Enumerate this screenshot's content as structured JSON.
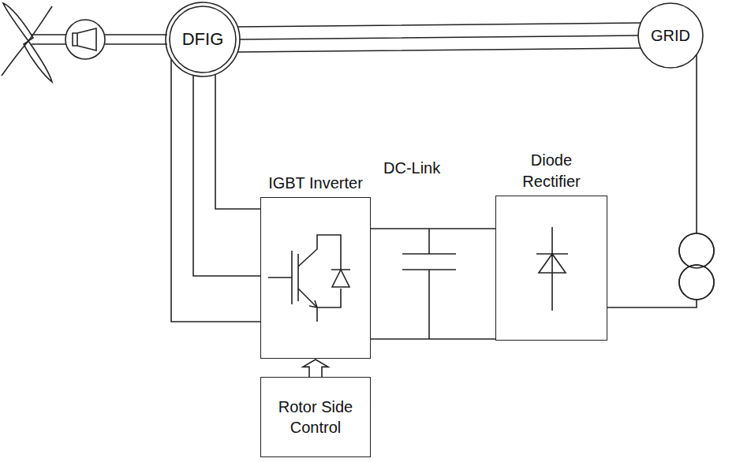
{
  "diagram": {
    "nodes": [
      {
        "text": [
          "DFIG"
        ]
      },
      {
        "text": [
          "GRID"
        ]
      },
      {
        "text": [
          "IGBT Inverter"
        ]
      },
      {
        "text": [
          "Diode Rectifier"
        ]
      },
      {
        "text": [
          "Rotor Side Control"
        ]
      }
    ],
    "edges": [
      {
        "from": 0,
        "to": 1,
        "arrow": "none"
      },
      {
        "from": 0,
        "to": 2,
        "arrow": "none"
      },
      {
        "from": 2,
        "to": 3,
        "arrow": "none"
      },
      {
        "from": 3,
        "to": 1,
        "arrow": "none"
      },
      {
        "from": 4,
        "to": 2,
        "arrow": "to"
      }
    ],
    "labels": [
      "DC-Link"
    ]
  }
}
